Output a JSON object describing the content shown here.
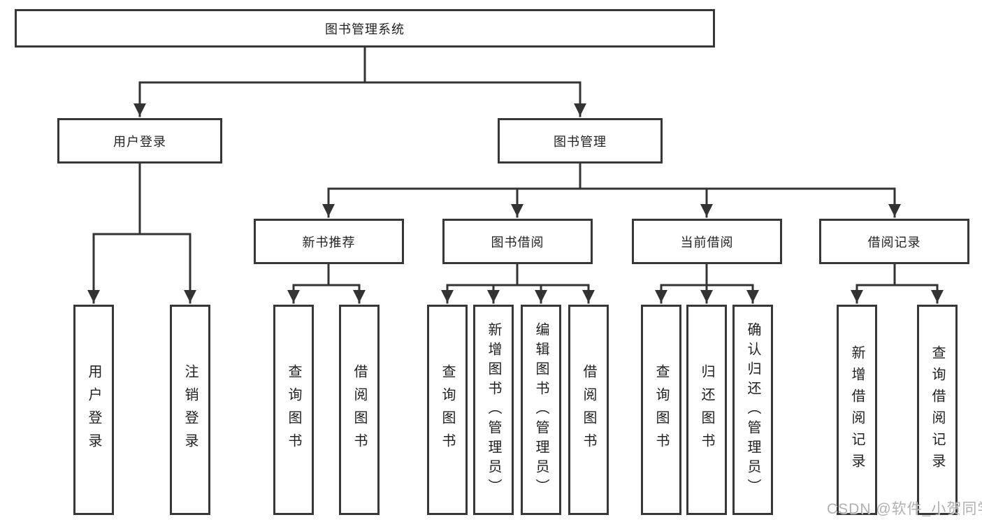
{
  "root": {
    "label": "图书管理系统"
  },
  "user_branch": {
    "label": "用户登录",
    "children": [
      {
        "label": "用户登录"
      },
      {
        "label": "注销登录"
      }
    ]
  },
  "book_branch": {
    "label": "图书管理",
    "sections": [
      {
        "label": "新书推荐",
        "children": [
          {
            "label": "查询图书"
          },
          {
            "label": "借阅图书"
          }
        ]
      },
      {
        "label": "图书借阅",
        "children": [
          {
            "label": "查询图书"
          },
          {
            "label": "新增图书（管理员）"
          },
          {
            "label": "编辑图书（管理员）"
          },
          {
            "label": "借阅图书"
          }
        ]
      },
      {
        "label": "当前借阅",
        "children": [
          {
            "label": "查询图书"
          },
          {
            "label": "归还图书"
          },
          {
            "label": "确认归还（管理员）"
          }
        ]
      },
      {
        "label": "借阅记录",
        "children": [
          {
            "label": "新增借阅记录"
          },
          {
            "label": "查询借阅记录"
          }
        ]
      }
    ]
  },
  "watermark": "CSDN @软件_小贺同学",
  "colors": {
    "line": "#333333",
    "border": "#373737",
    "text": "#222222",
    "background": "#ffffff",
    "watermark": "#a3a3a3"
  }
}
